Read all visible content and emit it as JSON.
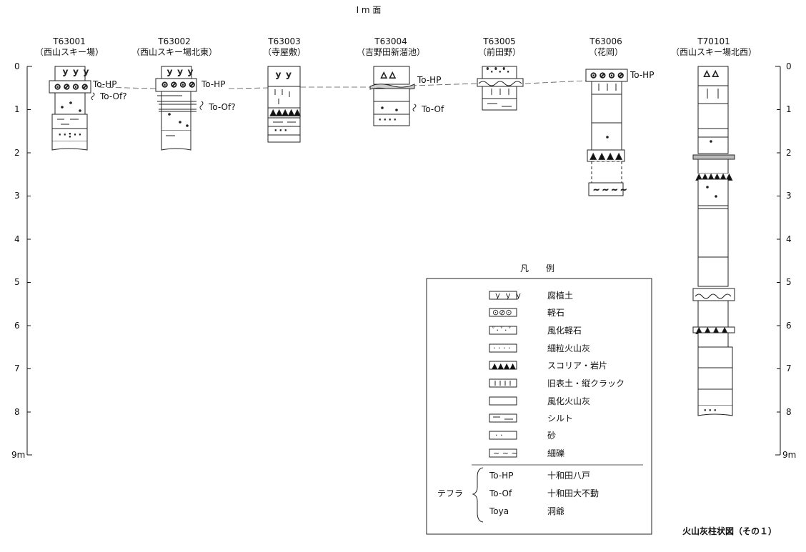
{
  "figure": {
    "header": "I m 面",
    "footer_title": "火山灰柱状図（その１）"
  },
  "depth_scale": {
    "ticks": [
      "0",
      "1",
      "2",
      "3",
      "4",
      "5",
      "6",
      "7",
      "8"
    ],
    "bottom_label": "9m"
  },
  "columns": [
    {
      "id": "T63001",
      "place": "（西山スキー場）"
    },
    {
      "id": "T63002",
      "place": "（西山スキー場北東）"
    },
    {
      "id": "T63003",
      "place": "（寺屋敷）"
    },
    {
      "id": "T63004",
      "place": "（吉野田新溜池）"
    },
    {
      "id": "T63005",
      "place": "（前田野）"
    },
    {
      "id": "T63006",
      "place": "（花岡）"
    },
    {
      "id": "T70101",
      "place": "（西山スキー場北西）"
    }
  ],
  "tephra_labels": {
    "c1_hp": "To-HP",
    "c1_of": "To-Of?",
    "c2_hp": "To-HP",
    "c2_of": "To-Of?",
    "c4_hp": "To-HP",
    "c4_of": "To-Of",
    "c6_hp": "To-HP"
  },
  "legend": {
    "title": "凡　　例",
    "items": [
      {
        "pattern": "humus",
        "label": "腐植土"
      },
      {
        "pattern": "pumice",
        "label": "軽石"
      },
      {
        "pattern": "weathered-pumice",
        "label": "風化軽石"
      },
      {
        "pattern": "fine-ash",
        "label": "細粒火山灰"
      },
      {
        "pattern": "scoria",
        "label": "スコリア・岩片"
      },
      {
        "pattern": "paleosol",
        "label": "旧表土・縦クラック"
      },
      {
        "pattern": "weathered-ash",
        "label": "風化火山灰"
      },
      {
        "pattern": "silt",
        "label": "シルト"
      },
      {
        "pattern": "sand",
        "label": "砂"
      },
      {
        "pattern": "gravel",
        "label": "細礫"
      }
    ],
    "tephra_group_label": "テフラ",
    "tephra": [
      {
        "code": "To-HP",
        "name": "十和田八戸"
      },
      {
        "code": "To-Of",
        "name": "十和田大不動"
      },
      {
        "code": "Toya",
        "name": "洞爺"
      }
    ]
  }
}
